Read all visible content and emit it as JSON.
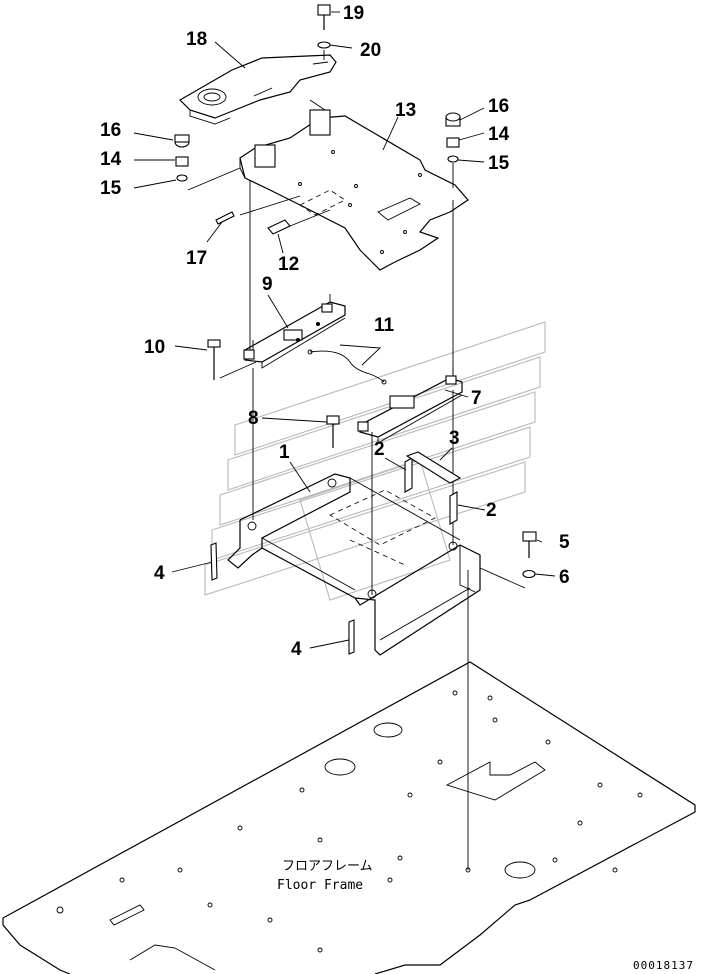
{
  "callouts": [
    {
      "id": "19",
      "label": "19"
    },
    {
      "id": "20",
      "label": "20"
    },
    {
      "id": "18",
      "label": "18"
    },
    {
      "id": "13",
      "label": "13"
    },
    {
      "id": "16a",
      "label": "16"
    },
    {
      "id": "14a",
      "label": "14"
    },
    {
      "id": "15a",
      "label": "15"
    },
    {
      "id": "16b",
      "label": "16"
    },
    {
      "id": "14b",
      "label": "14"
    },
    {
      "id": "15b",
      "label": "15"
    },
    {
      "id": "17",
      "label": "17"
    },
    {
      "id": "12",
      "label": "12"
    },
    {
      "id": "9",
      "label": "9"
    },
    {
      "id": "10",
      "label": "10"
    },
    {
      "id": "11",
      "label": "11"
    },
    {
      "id": "7",
      "label": "7"
    },
    {
      "id": "8",
      "label": "8"
    },
    {
      "id": "1",
      "label": "1"
    },
    {
      "id": "2a",
      "label": "2"
    },
    {
      "id": "3",
      "label": "3"
    },
    {
      "id": "2b",
      "label": "2"
    },
    {
      "id": "4a",
      "label": "4"
    },
    {
      "id": "5",
      "label": "5"
    },
    {
      "id": "6",
      "label": "6"
    },
    {
      "id": "4b",
      "label": "4"
    }
  ],
  "floor_frame": {
    "label_jp": "フロアフレーム",
    "label_en": "Floor Frame"
  },
  "drawing_number": "00018137"
}
